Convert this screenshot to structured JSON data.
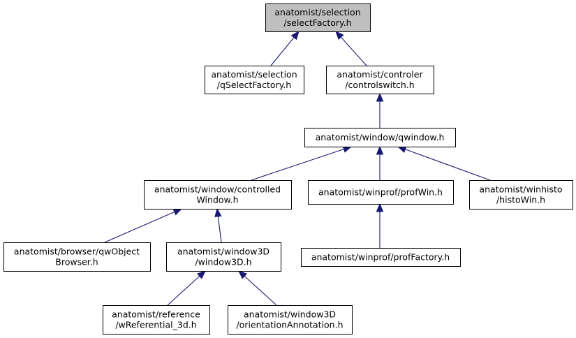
{
  "diagram": {
    "nodes": [
      {
        "id": "selectFactory",
        "lines": [
          "anatomist/selection",
          "/selectFactory.h"
        ],
        "highlight": true
      },
      {
        "id": "qSelectFactory",
        "lines": [
          "anatomist/selection",
          "/qSelectFactory.h"
        ]
      },
      {
        "id": "controlswitch",
        "lines": [
          "anatomist/controler",
          "/controlswitch.h"
        ]
      },
      {
        "id": "qwindow",
        "lines": [
          "anatomist/window/qwindow.h"
        ]
      },
      {
        "id": "controlledWindow",
        "lines": [
          "anatomist/window/controlled",
          "Window.h"
        ]
      },
      {
        "id": "profWin",
        "lines": [
          "anatomist/winprof/profWin.h"
        ]
      },
      {
        "id": "histoWin",
        "lines": [
          "anatomist/winhisto",
          "/histoWin.h"
        ]
      },
      {
        "id": "qwObjectBrowser",
        "lines": [
          "anatomist/browser/qwObject",
          "Browser.h"
        ]
      },
      {
        "id": "window3D",
        "lines": [
          "anatomist/window3D",
          "/window3D.h"
        ]
      },
      {
        "id": "profFactory",
        "lines": [
          "anatomist/winprof/profFactory.h"
        ]
      },
      {
        "id": "wReferential_3d",
        "lines": [
          "anatomist/reference",
          "/wReferential_3d.h"
        ]
      },
      {
        "id": "orientationAnnotation",
        "lines": [
          "anatomist/window3D",
          "/orientationAnnotation.h"
        ]
      }
    ],
    "edges": [
      {
        "from": "qSelectFactory",
        "to": "selectFactory"
      },
      {
        "from": "controlswitch",
        "to": "selectFactory"
      },
      {
        "from": "qwindow",
        "to": "controlswitch"
      },
      {
        "from": "controlledWindow",
        "to": "qwindow"
      },
      {
        "from": "profWin",
        "to": "qwindow"
      },
      {
        "from": "histoWin",
        "to": "qwindow"
      },
      {
        "from": "qwObjectBrowser",
        "to": "controlledWindow"
      },
      {
        "from": "window3D",
        "to": "controlledWindow"
      },
      {
        "from": "profFactory",
        "to": "profWin"
      },
      {
        "from": "wReferential_3d",
        "to": "window3D"
      },
      {
        "from": "orientationAnnotation",
        "to": "window3D"
      }
    ],
    "colors": {
      "highlight_fill": "#bfbfbf",
      "node_fill": "#ffffff",
      "node_border": "#000000",
      "edge": "#191970"
    }
  }
}
